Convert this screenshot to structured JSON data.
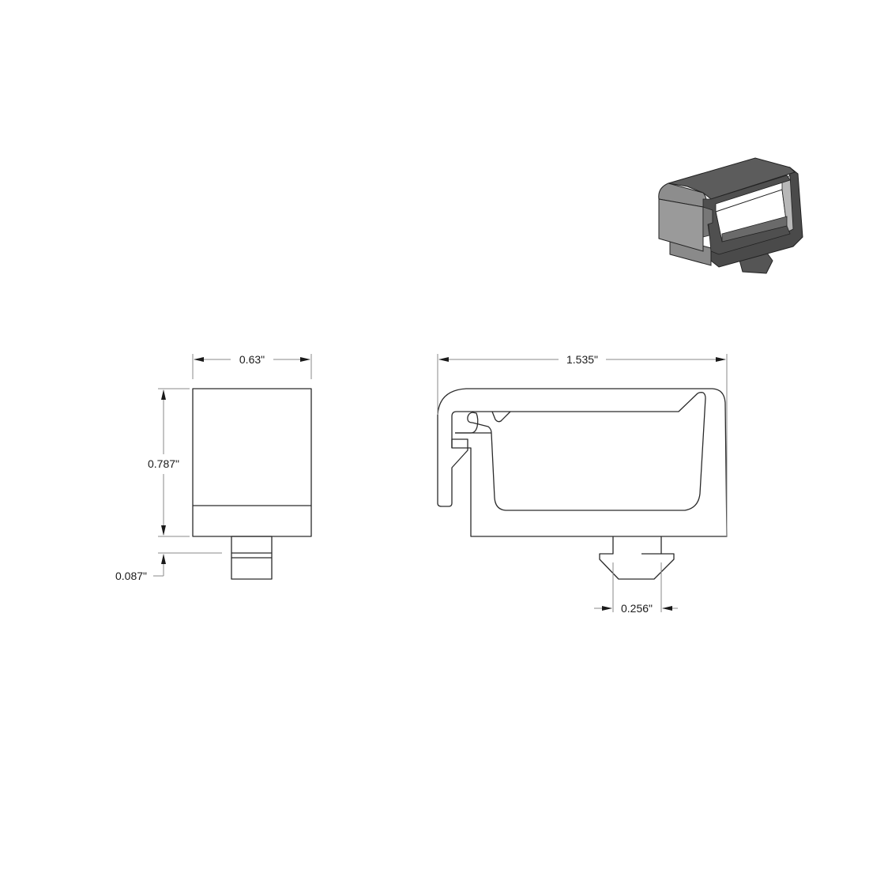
{
  "drawing": {
    "views": {
      "isometric": {
        "name": "isometric-view"
      },
      "side": {
        "name": "side-view"
      },
      "front": {
        "name": "front-view"
      }
    },
    "dimensions": {
      "side_width": "0.63\"",
      "side_height": "0.787\"",
      "tab_height": "0.087\"",
      "overall_length": "1.535\"",
      "foot_width": "0.256\""
    },
    "colors": {
      "line": "#2a2a2a",
      "dimension_line": "#8a8a8a",
      "iso_dark": "#3d3d3d",
      "iso_mid": "#6b6b6b",
      "iso_light": "#9a9a9a"
    }
  }
}
